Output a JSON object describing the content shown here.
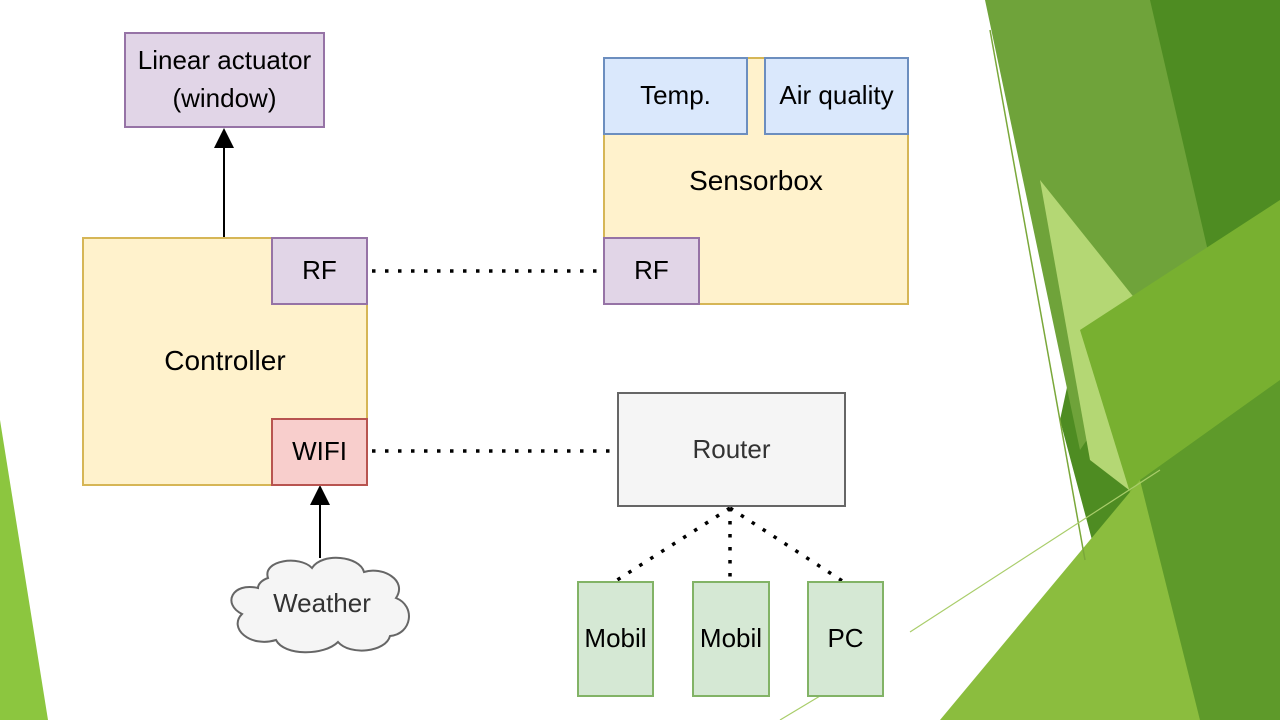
{
  "diagram": {
    "actuator_label": "Linear actuator\n(window)",
    "controller_label": "Controller",
    "controller_rf_label": "RF",
    "controller_wifi_label": "WIFI",
    "weather_label": "Weather",
    "sensorbox_label": "Sensorbox",
    "temp_label": "Temp.",
    "air_quality_label": "Air quality",
    "sensorbox_rf_label": "RF",
    "router_label": "Router",
    "device1_label": "Mobil",
    "device2_label": "Mobil",
    "pc_label": "PC"
  },
  "colors": {
    "purple_fill": "#e1d5e7",
    "purple_stroke": "#9673a6",
    "yellow_fill": "#fff2cc",
    "yellow_stroke": "#d6b656",
    "blue_fill": "#dae8fc",
    "blue_stroke": "#6c8ebf",
    "red_fill": "#f8cecc",
    "red_stroke": "#b85450",
    "green_fill": "#d5e8d4",
    "green_stroke": "#82b366",
    "grey_fill": "#f5f5f5",
    "grey_stroke": "#666666",
    "slide_green": "#5a9a2a"
  }
}
